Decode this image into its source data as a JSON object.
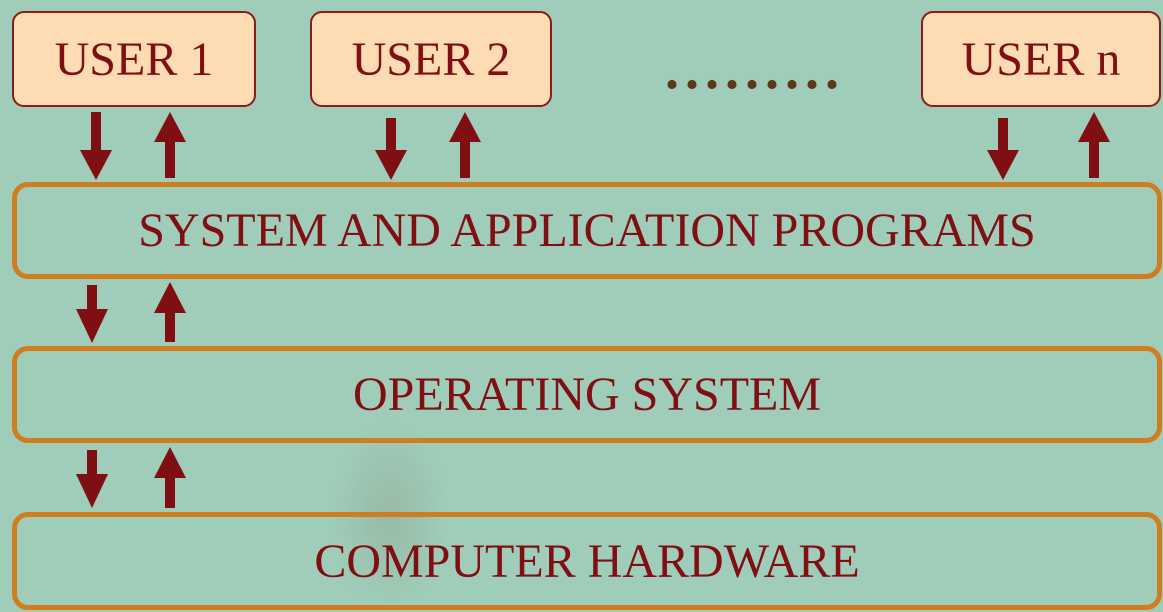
{
  "users": [
    "USER 1",
    "USER 2",
    "USER n"
  ],
  "ellipsis": ".........",
  "layers": {
    "programs": "SYSTEM AND APPLICATION PROGRAMS",
    "os": "OPERATING SYSTEM",
    "hardware": "COMPUTER HARDWARE"
  },
  "colors": {
    "background": "#9fcdb9",
    "user_fill": "#fddbb3",
    "layer_border": "#cf7d1e",
    "text": "#7f0f13",
    "arrow": "#7f0f13"
  }
}
